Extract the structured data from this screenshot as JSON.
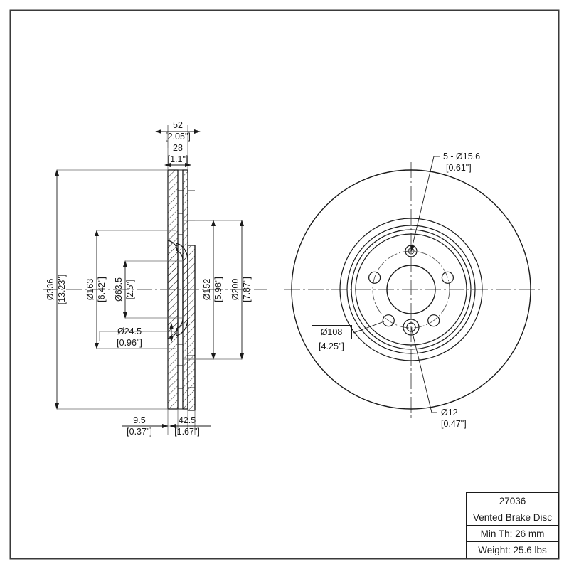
{
  "drawing": {
    "type": "engineering-drawing",
    "subject": "Vented Brake Disc",
    "units_note": "metric millimetres with inch equivalents in brackets",
    "border_color": "#333333",
    "line_color": "#1a1a1a"
  },
  "title_block": {
    "part_number": "27036",
    "description": "Vented Brake Disc",
    "min_thickness": "Min Th: 26 mm",
    "weight": "Weight: 25.6 lbs"
  },
  "section_view": {
    "name": "cross-section-view",
    "top_dimensions": [
      {
        "id": "overall-width",
        "value": "52",
        "inch": "[2.05\"]"
      },
      {
        "id": "rotor-thickness",
        "value": "28",
        "inch": "[1.1\"]"
      }
    ],
    "vertical_dimensions": [
      {
        "id": "outer-diameter",
        "value": "Ø336",
        "inch": "[13.23\"]"
      },
      {
        "id": "hat-outer-diameter",
        "value": "Ø163",
        "inch": "[6.42\"]"
      },
      {
        "id": "center-bore",
        "value": "Ø63.5",
        "inch": "[2.5\"]"
      },
      {
        "id": "inner-friction-diameter",
        "value": "Ø152",
        "inch": "[5.98\"]"
      },
      {
        "id": "vane-outer-diameter",
        "value": "Ø200",
        "inch": "[7.87\"]"
      }
    ],
    "inner_dimension": {
      "id": "pilot-diameter",
      "value": "Ø24.5",
      "inch": "[0.96\"]"
    },
    "bottom_dimensions": [
      {
        "id": "hat-height",
        "value": "9.5",
        "inch": "[0.37\"]"
      },
      {
        "id": "offset",
        "value": "42.5",
        "inch": "[1.67\"]"
      }
    ]
  },
  "face_view": {
    "name": "face-view",
    "callouts": [
      {
        "id": "lug-holes",
        "line1": "5 - Ø15.6",
        "line2": "[0.61\"]"
      },
      {
        "id": "bolt-circle",
        "line1": "Ø108",
        "line2": "[4.25\"]",
        "boxed": true
      },
      {
        "id": "pin-holes",
        "line1": "Ø12",
        "line2": "[0.47\"]"
      }
    ],
    "lug_hole_count": 5,
    "pin_hole_count": 2
  }
}
